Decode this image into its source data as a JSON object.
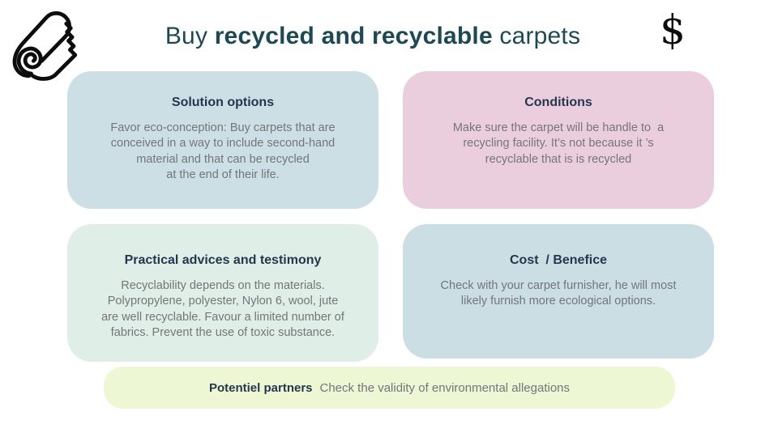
{
  "title": {
    "prefix": "Buy ",
    "bold": "recycled and recyclable",
    "suffix": " carpets"
  },
  "dollar_glyph": "$",
  "cards": [
    {
      "title": "Solution options",
      "body": "Favor eco-conception: Buy carpets that are\nconceived in a way to include second-hand\nmaterial and that can be recycled\nat the end of their life.",
      "bg": "#cbdfe4"
    },
    {
      "title": "Conditions",
      "body": "Make sure the carpet will be handle to  a\nrecycling facility. It’s not because it ’s\nrecyclable that is is recycled",
      "bg": "#ebcede"
    },
    {
      "title": "Practical advices and testimony",
      "body": "Recyclability depends on the materials.\nPolypropylene, polyester, Nylon 6, wool, jute\nare well recyclable. Favour a limited number of\nfabrics. Prevent the use of toxic substance.",
      "bg": "#dfeee6"
    },
    {
      "title": "Cost  / Benefice",
      "body": "Check with your carpet furnisher, he will most\nlikely furnish more ecological options.",
      "bg": "#cbdee4"
    }
  ],
  "banner": {
    "bold_label": "Potentiel partners",
    "text": "Check the validity of environmental allegations",
    "bg": "#edf7d3"
  },
  "colors": {
    "background": "#ffffff",
    "title_text": "#1b4a55",
    "heading_text": "#24374e",
    "body_text": "#73767a",
    "icon": "#0d0d0d"
  }
}
